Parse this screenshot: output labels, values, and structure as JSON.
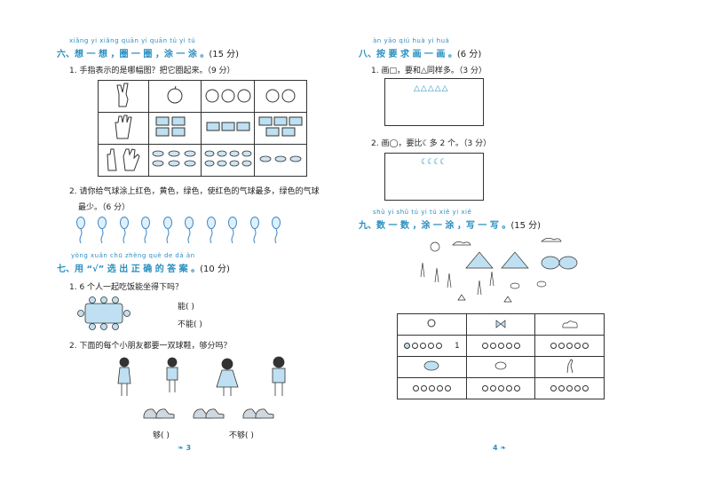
{
  "left": {
    "s6": {
      "pinyin": "xiǎng yi xiǎng  quān yi quān  tú yi tú",
      "title": "六、想 一 想 ，圈 一 圈 ，涂 一 涂 。",
      "points": "(15 分)",
      "q1": "1. 手指表示的是哪幅图？把它圈起来。（9 分）",
      "q2_line1": "2. 请你给气球涂上红色，黄色，绿色，使红色的气球最多，绿色的气球",
      "q2_line2": "最少。（6 分）"
    },
    "s7": {
      "pinyin": "yòng        xuǎn chū zhèng què de dá àn",
      "title": "七、用 “√” 选 出 正 确 的 答 案 。",
      "points": "(10 分)",
      "q1": "1. 6 个人一起吃饭能坐得下吗？",
      "opt_can": "能(      )",
      "opt_cannot": "不能(      )",
      "q2": "2. 下面的每个小朋友都要一双球鞋，够分吗？",
      "opt_enough": "够(      )",
      "opt_not_enough": "不够(      )"
    },
    "page_number": "3"
  },
  "right": {
    "s8": {
      "pinyin": "àn yāo qiú huà yi huà",
      "title": "八、按 要 求 画 一 画 。",
      "points": "(6 分)",
      "q1": "1. 画□，要和△同样多。（3 分）",
      "q2": "2. 画◯，要比☾多 2 个。（3 分）",
      "triangles": "△△△△△",
      "moons": "☾☾☾☾"
    },
    "s9": {
      "pinyin": "shǔ yi shǔ  tú yi tú  xiě yi xiě",
      "title": "九、数 一 数 ，涂 一 涂 ，写 一 写 。",
      "points": "(15 分)",
      "example_count": "1"
    },
    "page_number": "4"
  },
  "colors": {
    "accent": "#2a8fc0",
    "balloon": "#3a86c8"
  }
}
